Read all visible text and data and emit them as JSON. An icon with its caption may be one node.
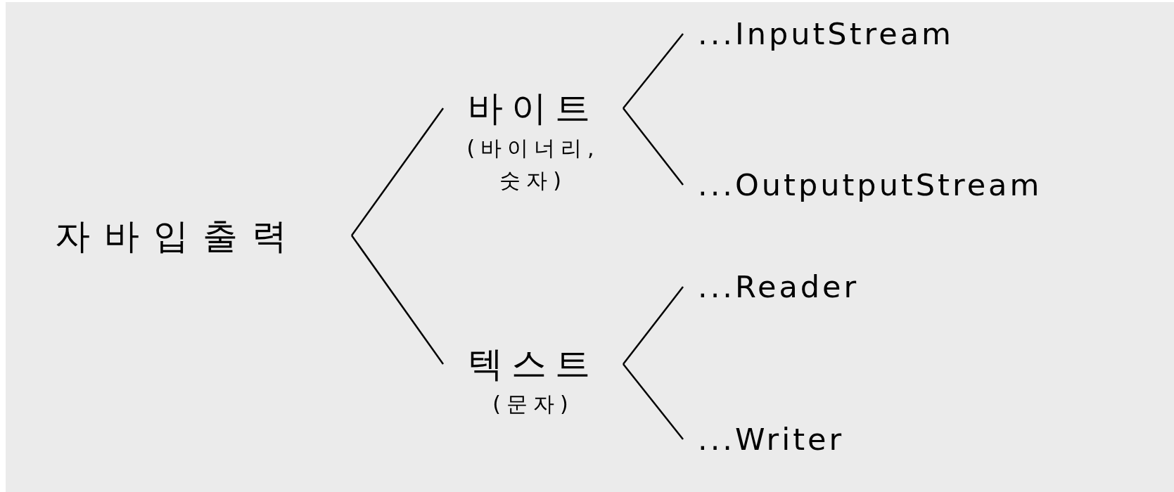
{
  "diagram": {
    "nodes": [
      {
        "text": [
          "자바입출력"
        ]
      },
      {
        "text": [
          "바이트",
          "(바이너리, 숫자)"
        ]
      },
      {
        "text": [
          "텍스트",
          "(문자)"
        ]
      },
      {
        "text": [
          "...InputStream"
        ]
      },
      {
        "text": [
          "...OutputputStream"
        ]
      },
      {
        "text": [
          "...Reader"
        ]
      },
      {
        "text": [
          "...Writer"
        ]
      }
    ],
    "edges": [
      {
        "from": 0,
        "to": 1,
        "arrow": "none"
      },
      {
        "from": 0,
        "to": 2,
        "arrow": "none"
      },
      {
        "from": 1,
        "to": 3,
        "arrow": "none"
      },
      {
        "from": 1,
        "to": 4,
        "arrow": "none"
      },
      {
        "from": 2,
        "to": 5,
        "arrow": "none"
      },
      {
        "from": 2,
        "to": 6,
        "arrow": "none"
      }
    ]
  }
}
